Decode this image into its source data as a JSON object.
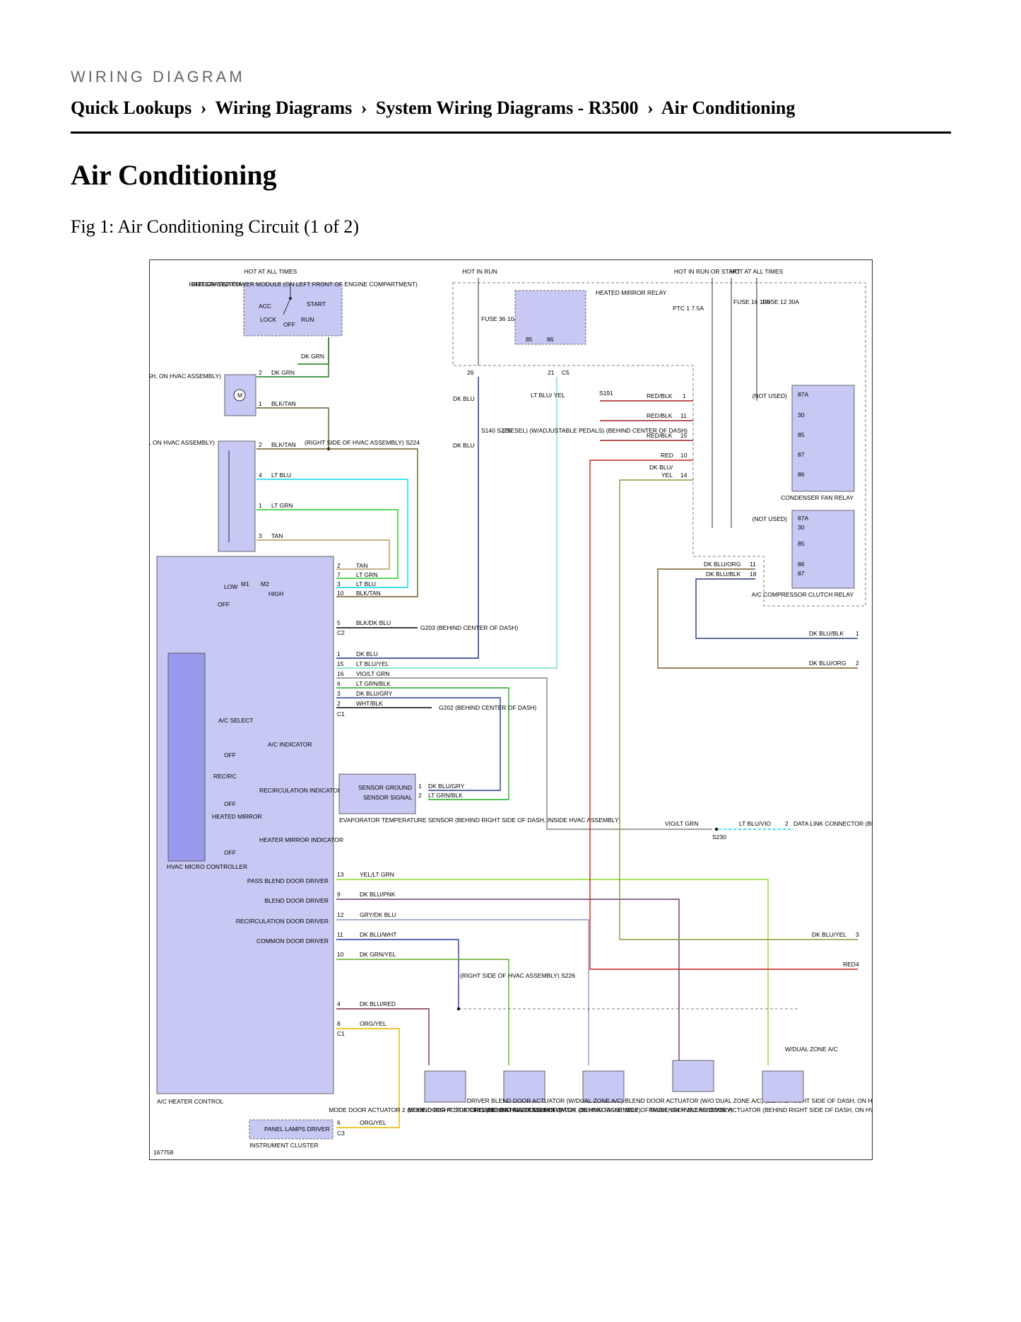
{
  "header": {
    "kicker": "WIRING DIAGRAM",
    "breadcrumb": [
      "Quick Lookups",
      "Wiring Diagrams",
      "System Wiring Diagrams - R3500",
      "Air Conditioning"
    ],
    "separator": "›"
  },
  "page_title": "Air Conditioning",
  "figure_caption": "Fig 1: Air Conditioning Circuit (1 of 2)",
  "figure_id": "167758",
  "labels": {
    "hot_all_times": "HOT AT ALL TIMES",
    "hot_in_run": "HOT IN RUN",
    "hot_run_start": "HOT IN RUN OR START",
    "ignition_switch": "IGNITION SWITCH",
    "acc": "ACC",
    "start": "START",
    "lock": "LOCK",
    "off": "OFF",
    "run": "RUN",
    "ipm": "INTEGRATED POWER MODULE (ON LEFT FRONT OF ENGINE COMPARTMENT)",
    "fuse36": "FUSE 36 10A",
    "heated_mirror_relay": "HEATED MIRROR RELAY",
    "ptc1": "PTC 1 7.5A",
    "fuse16": "FUSE 16 10A",
    "fuse12": "FUSE 12 30A",
    "blower_motor": "BLOWER MOTOR (BENEATH LOWER RIGHT SIDE OF DASH, ON HVAC ASSEMBLY)",
    "resistor_block": "BLOWER MOTOR RESISTOR BLOCK (BENEATH LOWER RIGHT SIDE OF DASH, ON HVAC ASSEMBLY)",
    "s224": "(RIGHT SIDE OF HVAC ASSEMBLY) S224",
    "s140": "S140 S225",
    "diesel": "(DIESEL) (W/ADJUSTABLE PEDALS) (BEHIND CENTER OF DASH)",
    "s191": "S191",
    "condenser_fan_relay": "CONDENSER FAN RELAY",
    "ac_comp_relay": "A/C COMPRESSOR CLUTCH RELAY",
    "not_used": "(NOT USED)",
    "g203": "G203 (BEHIND CENTER OF DASH)",
    "g202": "G202 (BEHIND CENTER OF DASH)",
    "low": "LOW",
    "m1": "M1",
    "m2": "M2",
    "high": "HIGH",
    "ac_select": "A/C SELECT",
    "ac_indicator": "A/C INDICATOR",
    "recirc": "RECIRC",
    "recirc_indicator": "RECIRCULATION INDICATOR",
    "heated_mirror": "HEATED MIRROR",
    "heater_mirror_indicator": "HEATER MIRROR INDICATOR",
    "hvac_micro": "HVAC MICRO CONTROLLER",
    "sensor_ground": "SENSOR GROUND",
    "sensor_signal": "SENSOR SIGNAL",
    "evap_sensor": "EVAPORATOR TEMPERATURE SENSOR (BEHIND RIGHT SIDE OF DASH, INSIDE HVAC ASSEMBLY)",
    "s230": "S230",
    "dlc": "DATA LINK CONNECTOR (BELOW LEFT SIDE OF DASH)",
    "pass_blend": "PASS BLEND DOOR DRIVER",
    "blend": "BLEND DOOR DRIVER",
    "recirc_driver": "RECIRCULATION DOOR DRIVER",
    "common_driver": "COMMON DOOR DRIVER",
    "s226": "(RIGHT SIDE OF HVAC ASSEMBLY) S226",
    "ac_heater_control": "A/C HEATER CONTROL",
    "panel_lamps": "PANEL LAMPS DRIVER",
    "instrument_cluster": "INSTRUMENT CLUSTER",
    "w_dual_zone": "W/DUAL ZONE A/C",
    "mode2": "MODE DOOR ACTUATOR 2 (BEHIND RIGHT SIDE OF DASH, ON HVAC ASSEMBLY)",
    "mode1": "MODE DOOR ACTUATOR 1 (BEHIND RIGHT SIDE OF DASH, ON HVAC ASSEMBLY)",
    "recirc_act": "RECIRCULATION DOOR ACTUATOR (BEHIND RIGHT SIDE OF DASH, ON HVAC ASSEMBLY)",
    "driver_blend": "DRIVER BLEND DOOR ACTUATOR (W/DUAL ZONE A/C) BLEND DOOR ACTUATOR (W/O DUAL ZONE A/C) (BEHIND RIGHT SIDE OF DASH, ON HVAC ASSEMBLY)",
    "pass_blend_act": "PASSENGER BLEND DOOR ACTUATOR (BEHIND RIGHT SIDE OF DASH, ON HVAC ASSEMBLY)"
  },
  "colors": {
    "dk_grn": "#1a7a1a",
    "blk_tan": "#6b5a2a",
    "lt_blu": "#00d6e6",
    "lt_grn": "#22cc22",
    "tan": "#b09a5a",
    "dk_blu": "#1a2a8a",
    "lt_blu_yel": "#6fe0b0",
    "red": "#cc2222",
    "red_blk": "#aa1a1a",
    "dk_blu_yel": "#8a9a3a",
    "dk_blu_blk": "#2a3a7a",
    "dk_blu_org": "#7a5a2a",
    "vio_lt_grn": "#7a8a7a",
    "yel_lt_grn": "#88dd22",
    "dk_blu_pnk": "#6a3a6a",
    "gry_dk_blu": "#8899bb",
    "dk_blu_wht": "#2a3aaa",
    "dk_grn_yel": "#66aa22",
    "dk_blu_red": "#7a2a4a",
    "org_yel": "#e6b400",
    "block_fill": "#c8c8f5",
    "micro_fill": "#9999ee"
  }
}
